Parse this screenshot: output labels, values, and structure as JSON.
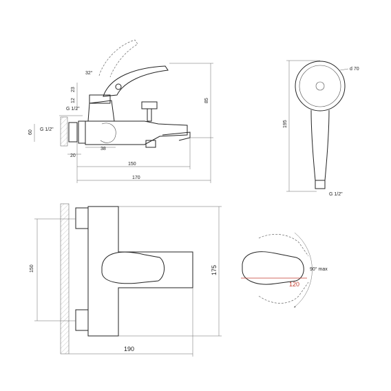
{
  "side_view": {
    "lever_angle": "32°",
    "dim_23": "23",
    "dim_12": "12",
    "dim_85": "85",
    "thread_top": "G 1/2\"",
    "thread_left": "G 1/2\"",
    "dim_60": "60",
    "dim_20": "20",
    "dim_38": "38",
    "dim_150": "150",
    "dim_170": "170"
  },
  "hand_shower": {
    "diameter": "d 70",
    "length": "195",
    "thread": "G 1/2\""
  },
  "front_view": {
    "height": "150",
    "total_height": "175",
    "width": "190"
  },
  "lever_detail": {
    "rotation": "90° max",
    "length": "120"
  },
  "colors": {
    "accent": "#c0392b",
    "line": "#222222"
  }
}
